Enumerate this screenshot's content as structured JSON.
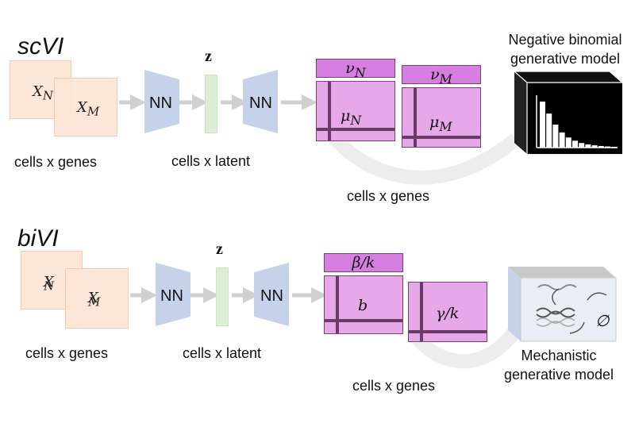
{
  "scvi": {
    "title": "scVI",
    "input_labels": [
      "X_N",
      "X_M"
    ],
    "input_sub": [
      "N",
      "M"
    ],
    "nn_labels": [
      "NN",
      "NN"
    ],
    "latent_symbol": "z",
    "caption_input": "cells x genes",
    "caption_latent": "cells x latent",
    "caption_output": "cells x genes",
    "out_vec_labels": [
      "ν",
      "ν"
    ],
    "out_vec_sub": [
      "N",
      "M"
    ],
    "out_mat_labels": [
      "μ",
      "μ"
    ],
    "out_mat_sub": [
      "N",
      "M"
    ],
    "generative_title_line1": "Negative binomial",
    "generative_title_line2": "generative model",
    "histogram_values": [
      1.0,
      0.74,
      0.5,
      0.33,
      0.22,
      0.15,
      0.1,
      0.07,
      0.05,
      0.035,
      0.025,
      0.018
    ]
  },
  "bivi": {
    "title": "biVI",
    "input_labels": [
      "X",
      "X"
    ],
    "input_sub": [
      "N",
      "M"
    ],
    "nn_labels": [
      "NN",
      "NN"
    ],
    "latent_symbol": "z",
    "caption_input": "cells x genes",
    "caption_latent": "cells x latent",
    "caption_output": "cells x genes",
    "vec_label": "β/k",
    "mat_label_b": "b",
    "mat_label_gamma": "γ/k",
    "null_symbol": "∅",
    "generative_title_line1": "Mechanistic",
    "generative_title_line2": "generative model"
  },
  "colors": {
    "input": "#fde6d6",
    "nn": "#c5d2ea",
    "latent": "#dcefd6",
    "matrix": "#e6a8e8",
    "vector": "#d77fe0",
    "arrow": "#d0d0d0",
    "matrix_line": "#6b3a66"
  }
}
